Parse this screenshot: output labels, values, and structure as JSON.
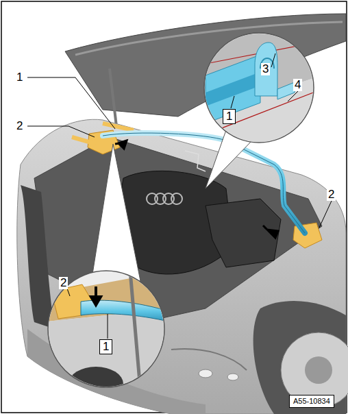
{
  "diagram": {
    "nodes": [
      {
        "text": [
          "1"
        ]
      },
      {
        "text": [
          "1"
        ]
      },
      {
        "text": [
          "A55-10834"
        ]
      }
    ],
    "labels": [
      "1",
      "2",
      "3",
      "4",
      "2",
      "2"
    ]
  }
}
